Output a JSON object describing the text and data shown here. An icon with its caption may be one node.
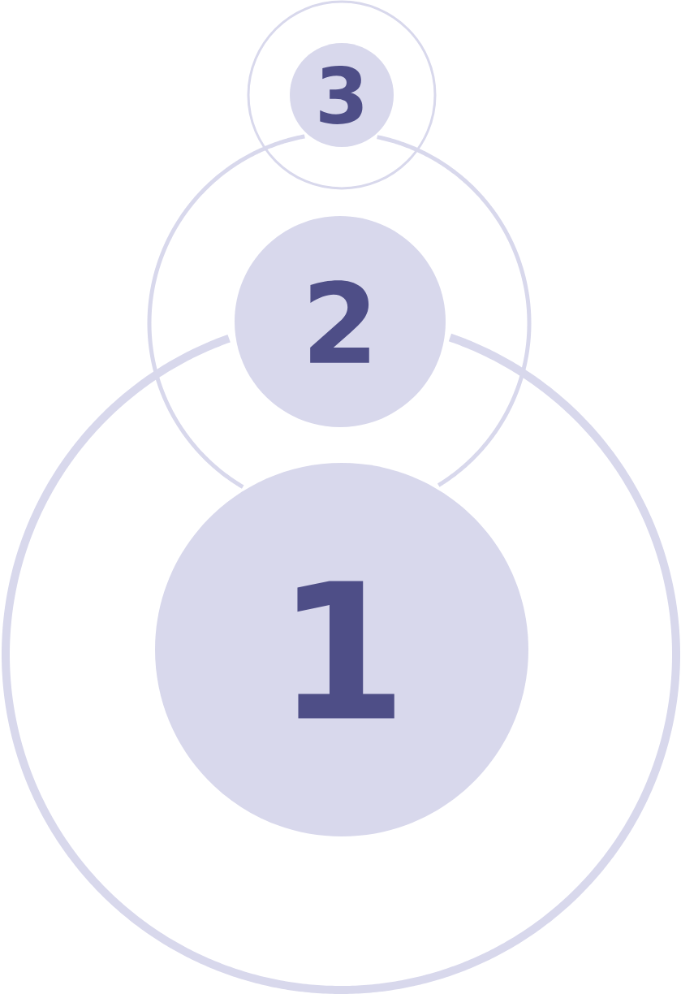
{
  "diagram": {
    "nodes": [
      {
        "text": [],
        "shape": "circle"
      },
      {
        "text": [
          "3"
        ],
        "in": 0
      },
      {
        "text": [],
        "shape": "circle"
      },
      {
        "text": [
          "2"
        ],
        "in": 2
      },
      {
        "text": [],
        "shape": "circle"
      },
      {
        "text": [
          "1"
        ],
        "in": 4
      }
    ]
  }
}
